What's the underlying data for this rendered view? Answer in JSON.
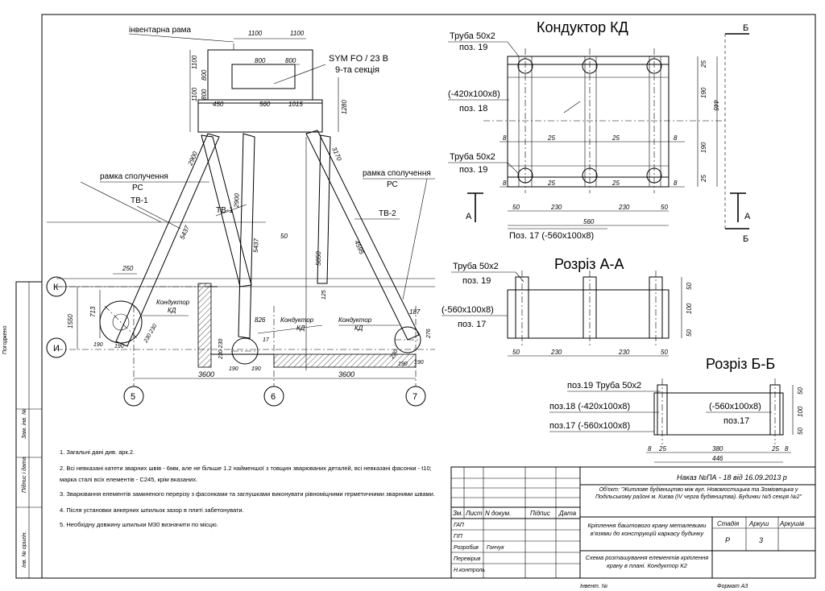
{
  "titles": {
    "conductor": "Кондуктор КД",
    "section_aa": "Розріз А-А",
    "section_bb": "Розріз Б-Б"
  },
  "plan": {
    "frame_label": "інвентарна рама",
    "sym_label": "SYM FO / 23 В",
    "section_label": "9-та секція",
    "rc_left": "рамка сполучення",
    "rc_left_2": "РС",
    "rc_right": "рамка сполучення",
    "rc_right_2": "РС",
    "tv1_a": "ТВ-1",
    "tv1_b": "ТВ-1",
    "tv2": "ТВ-2",
    "kd_1": "Кондуктор",
    "kd_1b": "КД",
    "kd_2": "Кондуктор",
    "kd_2b": "КД",
    "kd_3": "Кондуктор",
    "kd_3b": "КД",
    "axes": {
      "k": "К",
      "i": "И",
      "a5": "5",
      "a6": "6",
      "a7": "7"
    },
    "dims": {
      "d1100a": "1100",
      "d1100b": "1100",
      "d800a": "800",
      "d800b": "800",
      "d450": "450",
      "d560": "560",
      "d1015": "1015",
      "v1100": "1100",
      "v800a": "800",
      "v1100b": "1100",
      "v800b": "800",
      "v1280": "1280",
      "d2900a": "2900",
      "d2900b": "2900",
      "d3170": "3170",
      "d5437a": "5437",
      "d5437b": "5437",
      "d4595": "4595",
      "d50": "50",
      "d5050": "5050",
      "d125": "125",
      "d250": "250",
      "d713": "713",
      "d1550": "1550",
      "d826": "826",
      "d187": "187",
      "d3600a": "3600",
      "d3600b": "3600",
      "d190a": "190",
      "d190b": "190",
      "d190c": "190",
      "d190d": "190",
      "d190e": "190",
      "d190f": "190",
      "d230a": "230",
      "d230b": "230",
      "d230c": "230",
      "d230d": "230",
      "d17": "17",
      "d276": "276",
      "d2302": "230 230",
      "d230230": "230 230"
    }
  },
  "conductor": {
    "pipe_top": "Труба 50х2",
    "pos19_top": "поз. 19",
    "plate_mid": "(-420х100х8)",
    "pos18": "поз. 18",
    "pipe_bot": "Труба 50х2",
    "pos19_bot": "поз. 19",
    "pos17": "Поз. 17 (-560х100х8)",
    "mark_b1": "Б",
    "mark_b2": "Б",
    "mark_a1": "А",
    "mark_a2": "А",
    "dims": {
      "d25a": "25",
      "d190a": "190",
      "d190b": "190",
      "d25b": "25",
      "d446": "446",
      "d8a": "8",
      "d25c": "25",
      "d25d": "25",
      "d8b": "8",
      "d8c": "8",
      "d25e": "25",
      "d25f": "25",
      "d8d": "8",
      "d50a": "50",
      "d230a": "230",
      "d230b": "230",
      "d50b": "50",
      "d560": "560"
    }
  },
  "section_aa": {
    "pipe": "Труба 50х2",
    "pos19": "поз. 19",
    "plate": "(-560х100х8)",
    "pos17": "поз. 17",
    "dims": {
      "d50a": "50",
      "d230a": "230",
      "d230b": "230",
      "d50b": "50",
      "v50a": "50",
      "v100": "100",
      "v50b": "50"
    }
  },
  "section_bb": {
    "pipe": "поз.19 Труба 50х2",
    "plate18": "поз.18 (-420х100х8)",
    "plate17": "поз.17 (-560х100х8)",
    "plate_r": "(-560х100х8)",
    "pos17_r": "поз.17",
    "dims": {
      "d8a": "8",
      "d25a": "25",
      "d380": "380",
      "d25b": "25",
      "d8b": "8",
      "d446": "446",
      "v50a": "50",
      "v100": "100",
      "v50b": "50"
    }
  },
  "notes": [
    "1. Загальні дані див. арк.2.",
    "2. Всі невказані катети зварних швів - 6мм, але не більше 1.2 найменшої з товщин зварюваних деталей, всі невказані фасонки - t10;",
    "марка сталі всіх елементів - С245, крім вказаних.",
    "3. Зварювання елементів замкненого перерізу з фасонками та заглушками виконувати рівноміцними герметичними зварними швами.",
    "4. Після установки анкерних шпильок зазор в плиті забетонувати.",
    "5. Необхідну довжину шпильки М30 визначити по місцю."
  ],
  "stamp": {
    "order": "Наказ №ПА - 18  від  16.09.2013 р",
    "object": "Об'єкт: \"Житлове будівництво між вул. Новомостицька та Зоміовецька у Подільському районі м. Києва (IV черга будівництва). Будинки №5 секція №2\"",
    "work": "Кріплення баштового крану металевими в'язями до конструкцій каркасу будинку",
    "sheet_title": "Схема розташування елементів кріплення крану в плані. Кондуктор К2",
    "cols": [
      "Зм.",
      "Лист",
      "N докум.",
      "Підпис",
      "Дата"
    ],
    "roles": [
      "ГАП",
      "ГІП",
      "Розробив",
      "Перевірив",
      "Н.контроль"
    ],
    "developer": "Гончук",
    "stage_h": "Стадія",
    "sheet_h": "Аркуш",
    "sheets_h": "Аркушів",
    "stage": "Р",
    "sheet": "3",
    "sheets": "",
    "inv": "Інвент. №",
    "format": "Формат А3"
  },
  "side": {
    "ugodzheno": "Погоджено",
    "zam_inv": "Зам. інв. №",
    "pidpys": "Підпис і дата",
    "inv_orig": "Інв. № оригін."
  }
}
